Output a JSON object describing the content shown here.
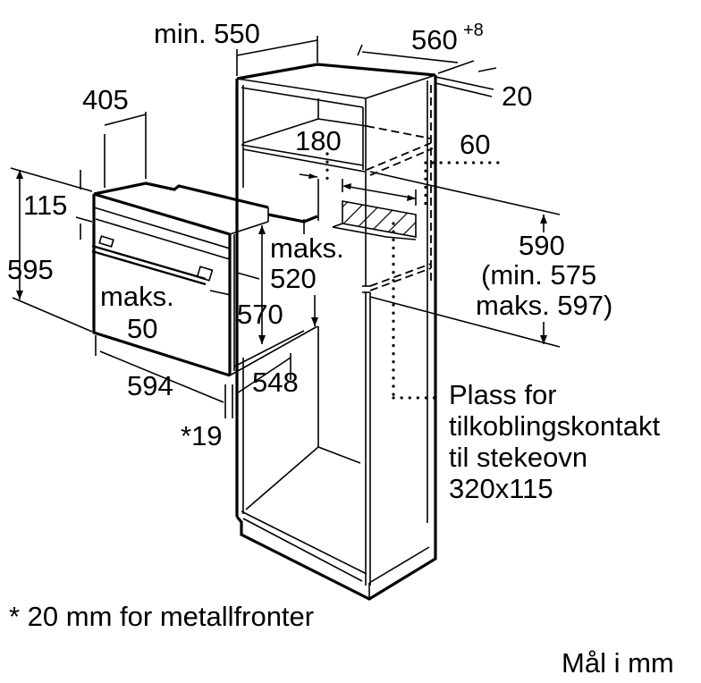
{
  "diagram": {
    "title": "Oven built-in dimensions in tall cabinet",
    "dimensions": {
      "cabinet_min_depth": "min. 550",
      "cabinet_width": "560",
      "cabinet_width_tolerance": "+8",
      "back_gap": "20",
      "oven_depth_top": "405",
      "control_panel_height": "115",
      "oven_height": "595",
      "door_projection_label": "maks.",
      "door_projection_value": "50",
      "oven_width": "594",
      "oven_body_height": "570",
      "oven_body_depth": "548",
      "front_thickness": "*19",
      "max_depth_label": "maks.",
      "max_depth_value": "520",
      "top_opening": "180",
      "rear_vent": "60",
      "niche_height": "590",
      "niche_height_min": "(min. 575",
      "niche_height_max": "maks. 597)"
    },
    "socket_note": {
      "line1": "Plass for",
      "line2": "tilkoblingskontakt",
      "line3": "til stekeovn",
      "line4": "320x115"
    },
    "footnote": "* 20 mm for metallfronter",
    "units_note": "Mål i mm"
  }
}
